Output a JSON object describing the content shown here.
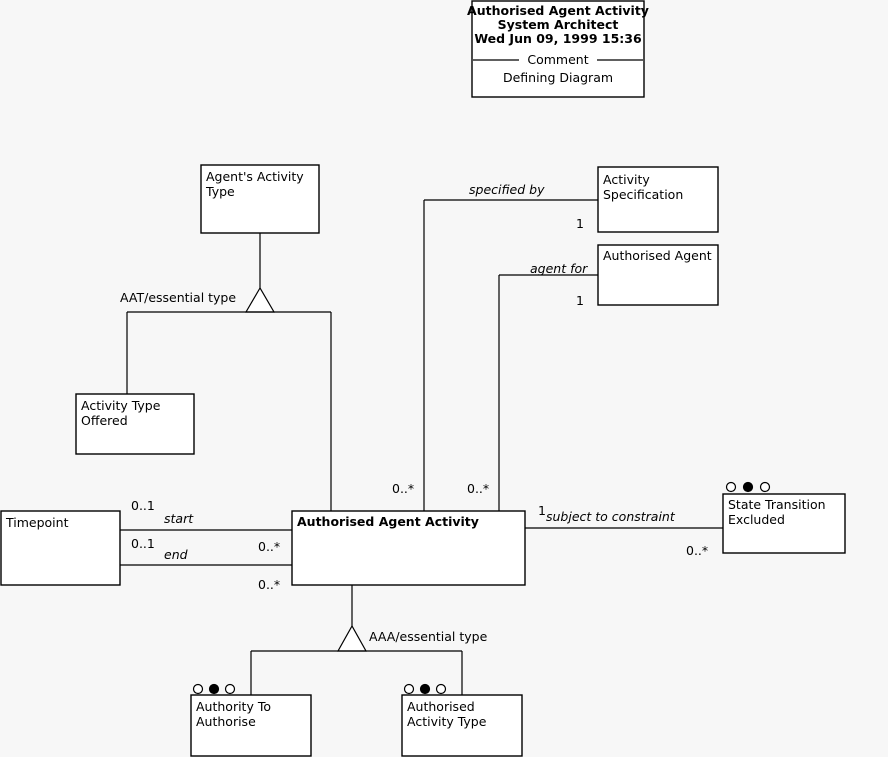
{
  "diagram": {
    "type": "uml-class-diagram",
    "background_color": "#f7f7f7",
    "line_color": "#000000",
    "box_fill": "#ffffff"
  },
  "title_block": {
    "name": "Authorised Agent Activity",
    "author": "System Architect",
    "timestamp": "Wed Jun 09, 1999  15:36",
    "section_label": "Comment",
    "comment": "Defining Diagram"
  },
  "classes": [
    {
      "id": "agents-activity-type",
      "line1": "Agent's Activity",
      "line2": "Type",
      "bold": false,
      "markers": []
    },
    {
      "id": "activity-specification",
      "line1": "Activity",
      "line2": "Specification",
      "bold": false,
      "markers": []
    },
    {
      "id": "authorised-agent",
      "line1": "Authorised Agent",
      "line2": "",
      "bold": false,
      "markers": []
    },
    {
      "id": "activity-type-offered",
      "line1": "Activity Type",
      "line2": "Offered",
      "bold": false,
      "markers": []
    },
    {
      "id": "timepoint",
      "line1": "Timepoint",
      "line2": "",
      "bold": false,
      "markers": []
    },
    {
      "id": "authorised-agent-activity",
      "line1": "Authorised Agent Activity",
      "line2": "",
      "bold": true,
      "markers": []
    },
    {
      "id": "state-transition-excluded",
      "line1": "State Transition",
      "line2": "Excluded",
      "bold": false,
      "markers": [
        "hollow",
        "solid",
        "hollow"
      ]
    },
    {
      "id": "authority-to-authorise",
      "line1": "Authority To",
      "line2": "Authorise",
      "bold": false,
      "markers": [
        "hollow",
        "solid",
        "hollow"
      ]
    },
    {
      "id": "authorised-activity-type",
      "line1": "Authorised",
      "line2": "Activity Type",
      "bold": false,
      "markers": [
        "hollow",
        "solid",
        "hollow"
      ]
    }
  ],
  "associations": [
    {
      "id": "specified-by",
      "role": "specified by",
      "target_multiplicity": "1",
      "source_multiplicity": "0..*"
    },
    {
      "id": "agent-for",
      "role": "agent for",
      "target_multiplicity": "1",
      "source_multiplicity": "0..*"
    },
    {
      "id": "start",
      "role": "start",
      "source_multiplicity": "0..1",
      "target_multiplicity": "0..*"
    },
    {
      "id": "end",
      "role": "end",
      "source_multiplicity": "0..1",
      "target_multiplicity": "0..*"
    },
    {
      "id": "subject-to-constraint",
      "role": "subject to constraint",
      "source_multiplicity": "1",
      "target_multiplicity": "0..*"
    }
  ],
  "generalizations": [
    {
      "id": "aat-essential-type",
      "label": "AAT/essential type"
    },
    {
      "id": "aaa-essential-type",
      "label": "AAA/essential type"
    }
  ]
}
